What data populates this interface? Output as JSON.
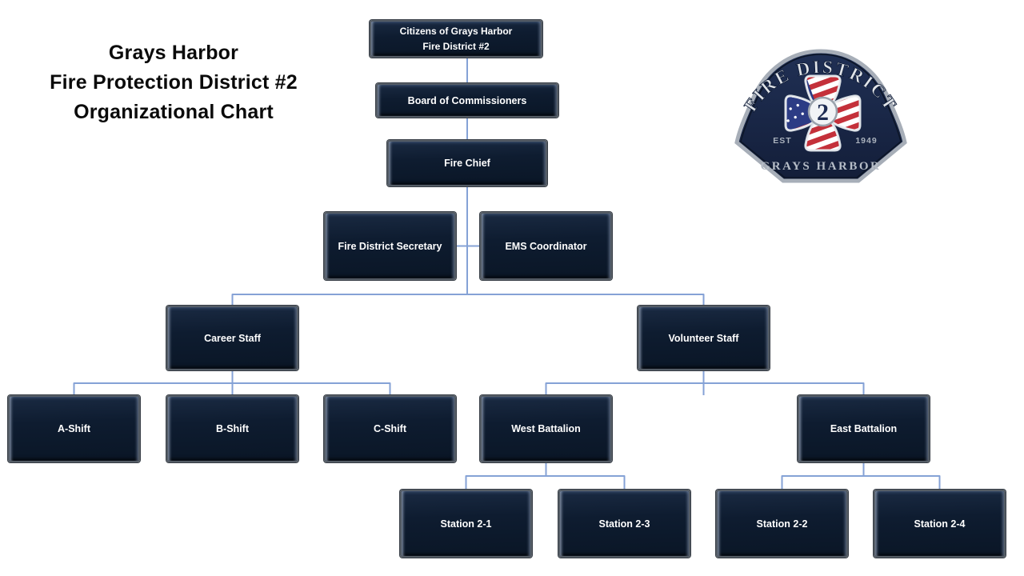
{
  "title": {
    "line1": "Grays Harbor",
    "line2": "Fire Protection District #2",
    "line3": "Organizational Chart"
  },
  "badge": {
    "top_text": "FIRE DISTRICT",
    "center_number": "2",
    "est_label": "EST",
    "year": "1949",
    "bottom_text": "GRAYS HARBOR"
  },
  "org": {
    "citizens": {
      "line1": "Citizens of Grays Harbor",
      "line2": "Fire District #2"
    },
    "board": {
      "label": "Board of Commissioners"
    },
    "fire_chief": {
      "label": "Fire Chief"
    },
    "secretary": {
      "label": "Fire District Secretary"
    },
    "ems": {
      "label": "EMS Coordinator"
    },
    "career": {
      "label": "Career Staff"
    },
    "volunteer": {
      "label": "Volunteer Staff"
    },
    "a_shift": {
      "label": "A-Shift"
    },
    "b_shift": {
      "label": "B-Shift"
    },
    "c_shift": {
      "label": "C-Shift"
    },
    "west": {
      "label": "West Battalion"
    },
    "east": {
      "label": "East Battalion"
    },
    "station21": {
      "label": "Station 2-1"
    },
    "station23": {
      "label": "Station 2-3"
    },
    "station22": {
      "label": "Station 2-2"
    },
    "station24": {
      "label": "Station 2-4"
    }
  },
  "colors": {
    "connector": "#85a2d6",
    "node_fill": "#0e1c30",
    "node_border": "#555d66",
    "node_text": "#ffffff",
    "title_text": "#0a0a0a",
    "badge_navy": "#1a2440",
    "badge_silver": "#b2b9c3",
    "flag_red": "#c4303a",
    "flag_blue": "#2c3c85"
  }
}
